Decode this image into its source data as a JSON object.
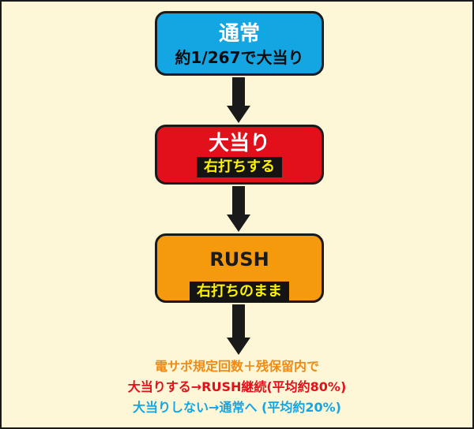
{
  "flow": {
    "normal": {
      "title": "通常",
      "sub": "約1/267で大当り"
    },
    "jackpot": {
      "title": "大当り",
      "tag": "右打ちする"
    },
    "rush": {
      "title": "RUSH",
      "tag": "右打ちのまま"
    }
  },
  "notes": {
    "line1": "電サポ規定回数＋残保留内で",
    "line2": "大当りする→RUSH継続(平均約80%)",
    "line3": "大当りしない→通常へ (平均約20%)"
  },
  "colors": {
    "normal": "#14a5e3",
    "jackpot": "#e1101a",
    "rush": "#f49a0c",
    "background": "#fdf7d8",
    "tag_text": "#fff200"
  }
}
